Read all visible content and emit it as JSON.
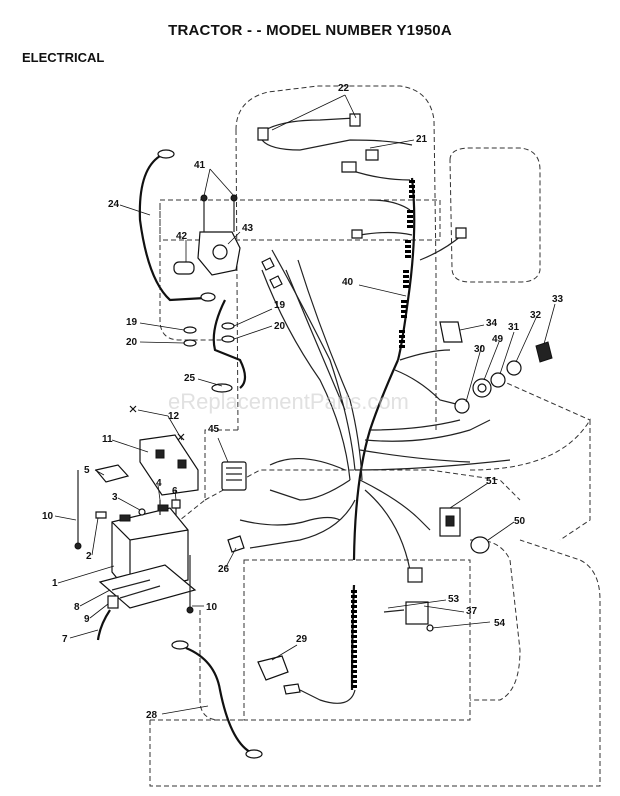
{
  "header": {
    "title": "TRACTOR - - MODEL NUMBER Y1950A",
    "section": "ELECTRICAL"
  },
  "watermark": "eReplacementParts.com",
  "callouts": {
    "c1": "1",
    "c2": "2",
    "c3": "3",
    "c4": "4",
    "c5": "5",
    "c6": "6",
    "c7": "7",
    "c8": "8",
    "c9": "9",
    "c10a": "10",
    "c10b": "10",
    "c11": "11",
    "c12": "12",
    "c19a": "19",
    "c19b": "19",
    "c20a": "20",
    "c20b": "20",
    "c21": "21",
    "c22": "22",
    "c24": "24",
    "c25": "25",
    "c26": "26",
    "c28": "28",
    "c29": "29",
    "c30": "30",
    "c31": "31",
    "c32": "32",
    "c33": "33",
    "c34": "34",
    "c37": "37",
    "c40": "40",
    "c41": "41",
    "c42": "42",
    "c43": "43",
    "c45": "45",
    "c49": "49",
    "c50": "50",
    "c51": "51",
    "c53": "53",
    "c54": "54"
  }
}
